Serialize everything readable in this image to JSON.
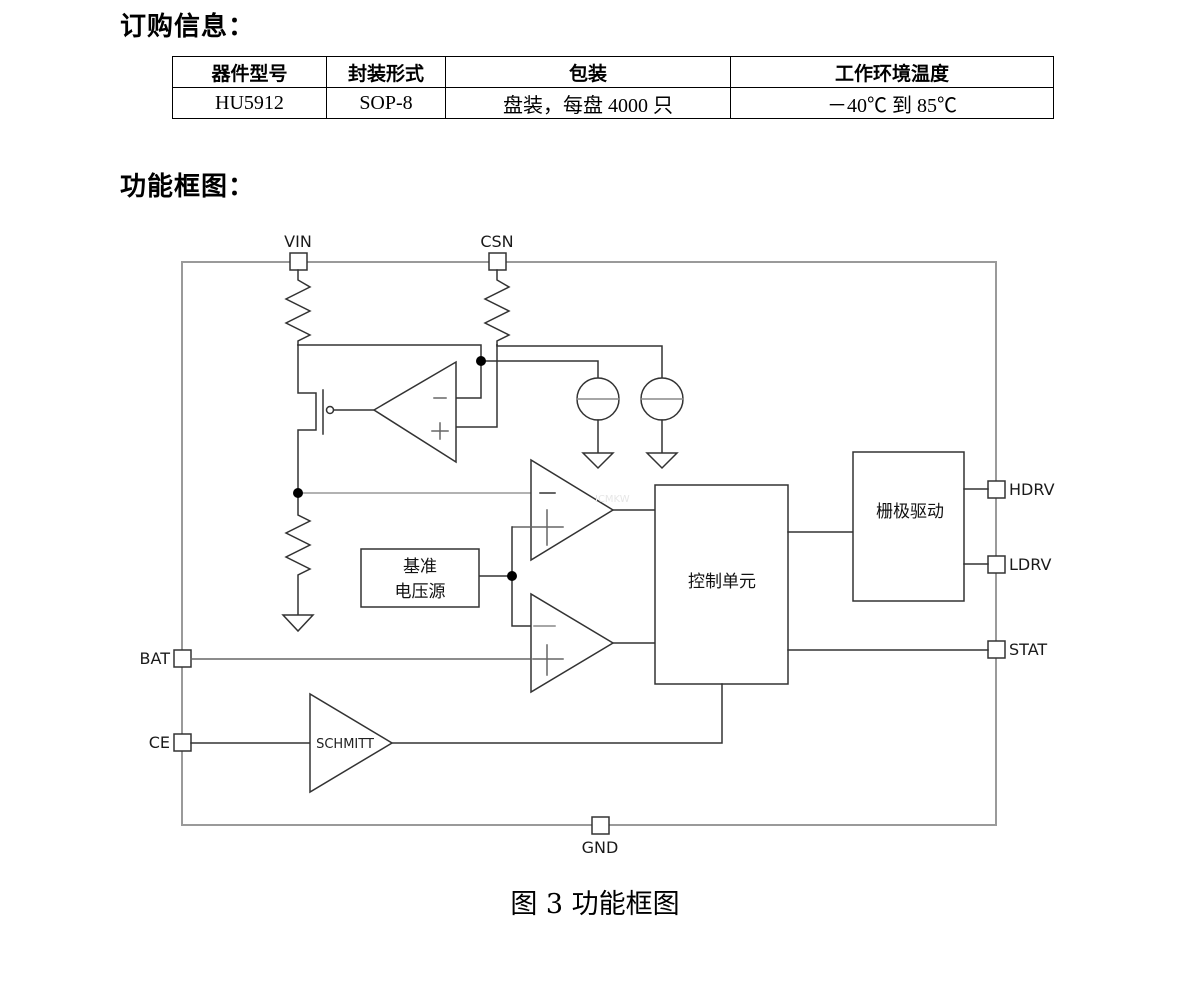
{
  "sections": {
    "ordering_title": "订购信息：",
    "block_diagram_title": "功能框图："
  },
  "ordering_table": {
    "headers": [
      "器件型号",
      "封装形式",
      "包装",
      "工作环境温度"
    ],
    "rows": [
      [
        "HU5912",
        "SOP-8",
        "盘装，每盘 4000 只",
        "－40℃  到  85℃"
      ]
    ]
  },
  "diagram": {
    "pins": {
      "vin": "VIN",
      "csn": "CSN",
      "hdrv": "HDRV",
      "ldrv": "LDRV",
      "stat": "STAT",
      "bat": "BAT",
      "ce": "CE",
      "gnd": "GND"
    },
    "blocks": {
      "reference": [
        "基准",
        "电压源"
      ],
      "control_unit": "控制单元",
      "gate_driver": "栅极驱动",
      "schmitt": "SCHMITT"
    },
    "watermark": "ICMKW",
    "colors": {
      "line": "#333333",
      "border": "#9a9a9a"
    }
  },
  "caption": "图 3  功能框图"
}
